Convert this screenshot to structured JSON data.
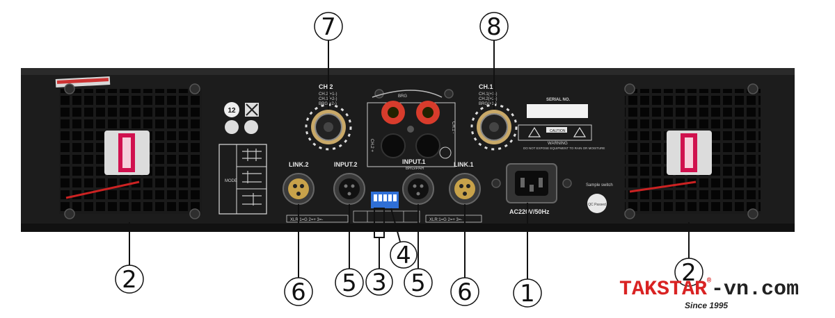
{
  "panel": {
    "ch2_label": "CH.2",
    "ch1_label": "CH.1",
    "ch2_pins": [
      "CH.2(+1-)",
      "CH.1(+2-)",
      "BRG(+2-)"
    ],
    "ch1_pins": [
      "CH.1(+1-)",
      "CH.2(+2-)",
      "BRG(+1-)"
    ],
    "brg_label": "BRG",
    "serial_label": "SERIAL NO.",
    "caution_label": "CAUTION",
    "warning_label": "WARNING",
    "warning_sub": "DO NOT EXPOSE EQUIPMENT TO RAIN OR MOISTURE",
    "link2_label": "LINK.2",
    "input2_label": "INPUT.2",
    "input1_label": "INPUT.1",
    "input1_sub": "BRG/PAR",
    "link1_label": "LINK.1",
    "xlr_note_left": "XLR:1=G 2=+ 3=-",
    "xlr_note_right": "XLR:1=G 2=+ 3=-",
    "mode_label": "MODE",
    "power_label": "AC220V/50Hz",
    "sample_switch_label": "Sample switch",
    "sticker_text": "QC Passed",
    "badge_number": "12",
    "ch_side_plus": "CH.2 +",
    "ch_side_minus": "CH.1 -"
  },
  "callouts": [
    {
      "id": "fan-left",
      "label": "2"
    },
    {
      "id": "fan-right",
      "label": "2"
    },
    {
      "id": "speakon-ch2",
      "label": "7"
    },
    {
      "id": "speakon-ch1",
      "label": "8"
    },
    {
      "id": "link2",
      "label": "6"
    },
    {
      "id": "input2",
      "label": "5"
    },
    {
      "id": "dip-switch",
      "label": "3"
    },
    {
      "id": "mode-switch",
      "label": "4"
    },
    {
      "id": "input1",
      "label": "5"
    },
    {
      "id": "link1",
      "label": "6"
    },
    {
      "id": "power-inlet",
      "label": "1"
    }
  ],
  "brand": {
    "name_part1": "TAKSTAR",
    "reg_mark": "®",
    "name_part2": "-vn.com",
    "since": "Since 1995"
  }
}
